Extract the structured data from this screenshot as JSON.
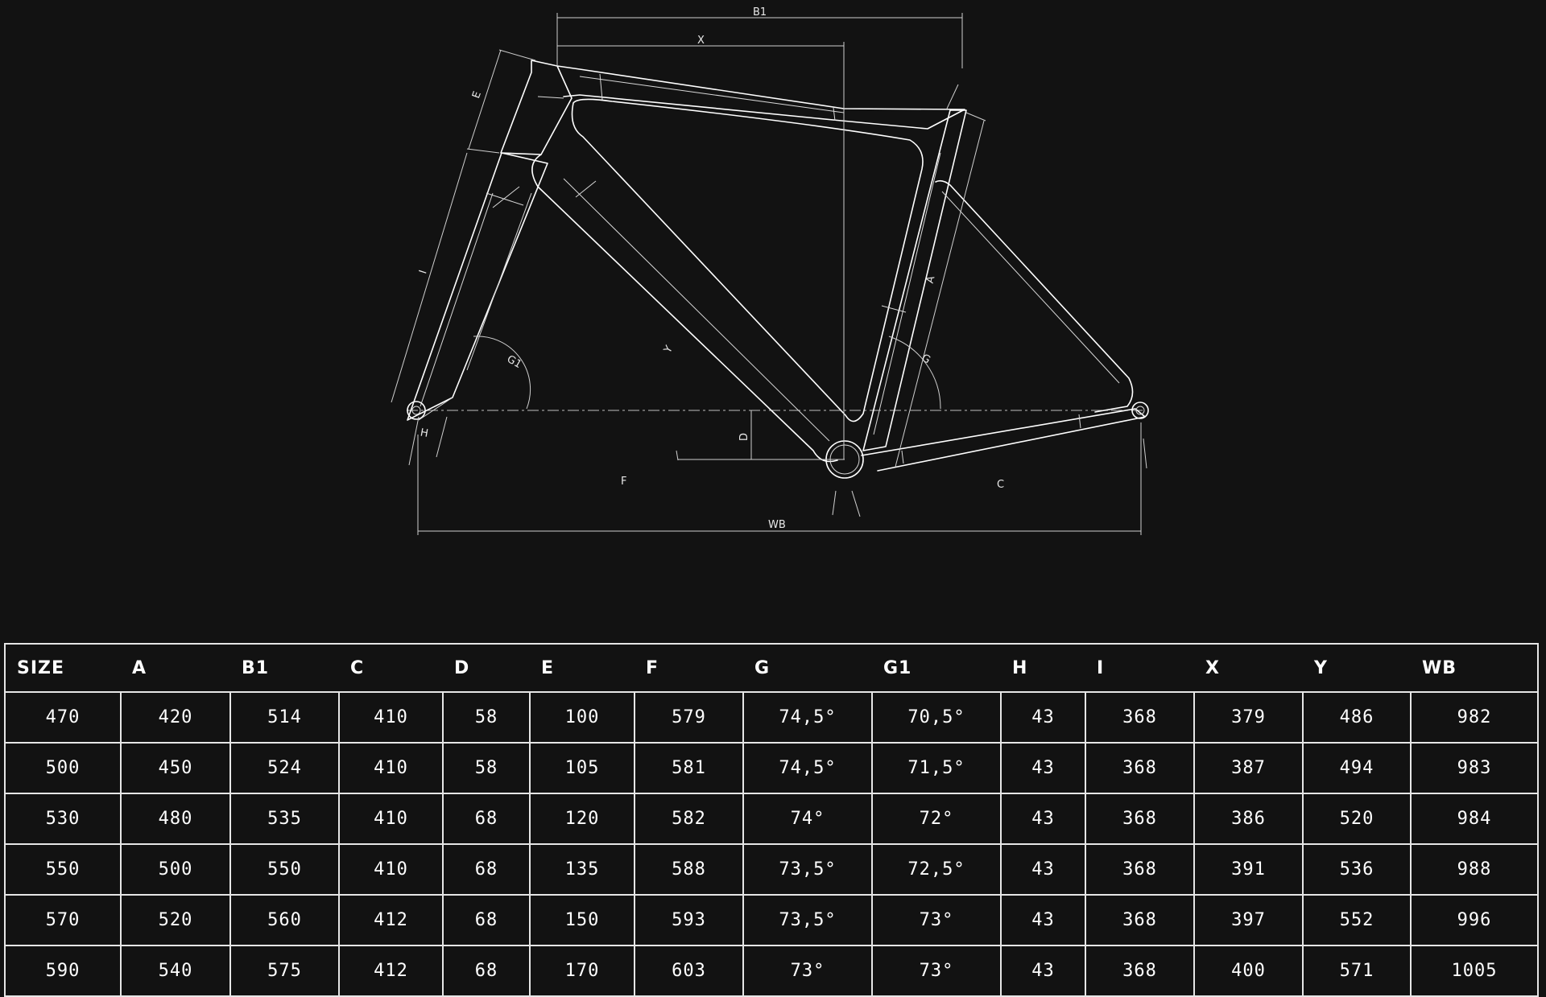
{
  "diagram": {
    "labels": {
      "b1": "B1",
      "x": "X",
      "e": "E",
      "i": "I",
      "g1": "G1",
      "y": "Y",
      "a": "A",
      "g": "G",
      "h": "H",
      "d": "D",
      "f": "F",
      "c": "C",
      "wb": "WB"
    }
  },
  "table": {
    "headers": [
      "SIZE",
      "A",
      "B1",
      "C",
      "D",
      "E",
      "F",
      "G",
      "G1",
      "H",
      "I",
      "X",
      "Y",
      "WB"
    ],
    "rows": [
      [
        "470",
        "420",
        "514",
        "410",
        "58",
        "100",
        "579",
        "74,5°",
        "70,5°",
        "43",
        "368",
        "379",
        "486",
        "982"
      ],
      [
        "500",
        "450",
        "524",
        "410",
        "58",
        "105",
        "581",
        "74,5°",
        "71,5°",
        "43",
        "368",
        "387",
        "494",
        "983"
      ],
      [
        "530",
        "480",
        "535",
        "410",
        "68",
        "120",
        "582",
        "74°",
        "72°",
        "43",
        "368",
        "386",
        "520",
        "984"
      ],
      [
        "550",
        "500",
        "550",
        "410",
        "68",
        "135",
        "588",
        "73,5°",
        "72,5°",
        "43",
        "368",
        "391",
        "536",
        "988"
      ],
      [
        "570",
        "520",
        "560",
        "412",
        "68",
        "150",
        "593",
        "73,5°",
        "73°",
        "43",
        "368",
        "397",
        "552",
        "996"
      ],
      [
        "590",
        "540",
        "575",
        "412",
        "68",
        "170",
        "603",
        "73°",
        "73°",
        "43",
        "368",
        "400",
        "571",
        "1005"
      ]
    ]
  },
  "colors": {
    "background": "#121212",
    "lines": "#ffffff"
  }
}
